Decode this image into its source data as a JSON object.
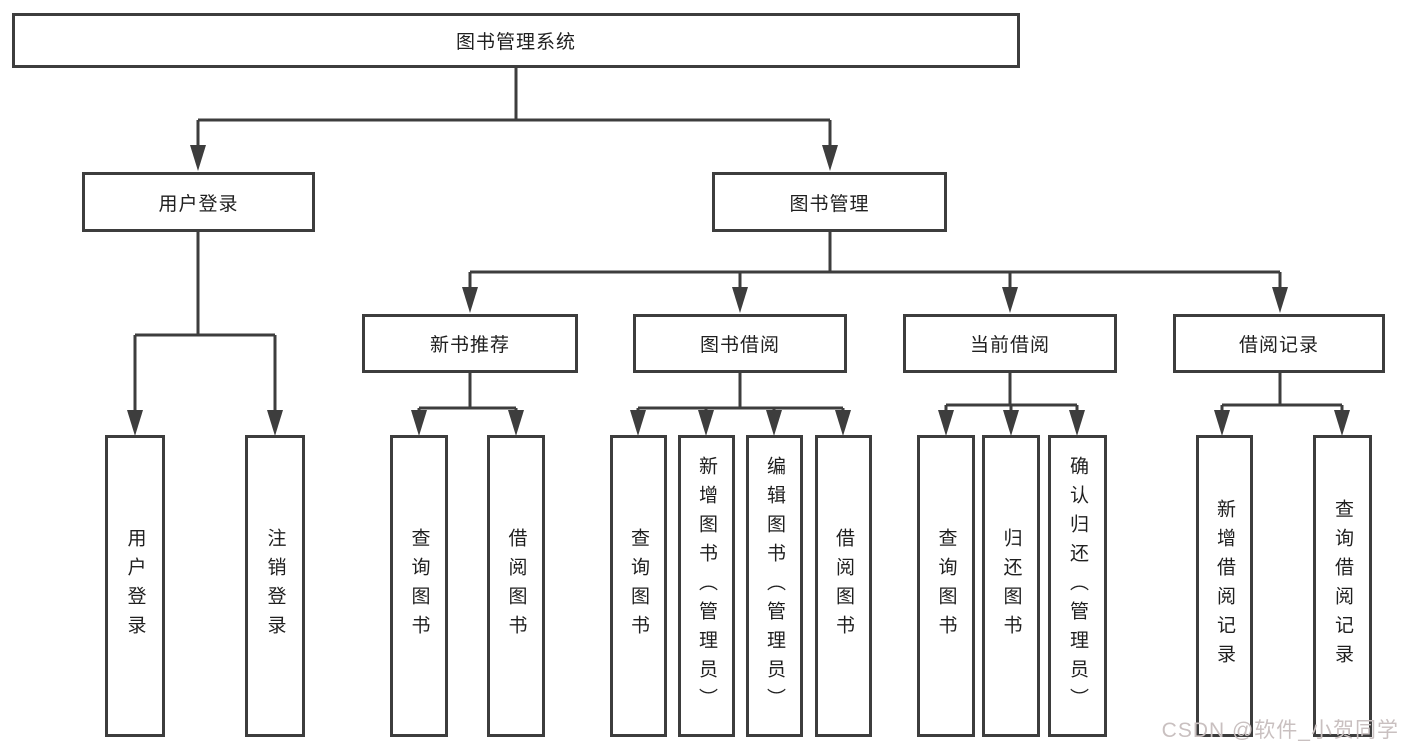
{
  "nodes": {
    "root": "图书管理系统",
    "user_login": "用户登录",
    "book_mgmt": "图书管理",
    "new_book": "新书推荐",
    "book_borrow": "图书借阅",
    "current_borrow": "当前借阅",
    "borrow_record": "借阅记录",
    "leaf_user_login": "用户登录",
    "leaf_logout": "注销登录",
    "leaf_nb_query": "查询图书",
    "leaf_nb_borrow": "借阅图书",
    "leaf_bb_query": "查询图书",
    "leaf_bb_add": "新增图书（管理员）",
    "leaf_bb_edit": "编辑图书（管理员）",
    "leaf_bb_borrow": "借阅图书",
    "leaf_cb_query": "查询图书",
    "leaf_cb_return": "归还图书",
    "leaf_cb_confirm": "确认归还（管理员）",
    "leaf_br_add": "新增借阅记录",
    "leaf_br_query": "查询借阅记录"
  },
  "watermark": "CSDN @软件_小贺同学",
  "colors": {
    "line": "#3d3d3d",
    "box_border": "#3d3d3d",
    "box_fill": "#ffffff",
    "text": "#1f1f1f",
    "watermark": "#c9c0c0"
  }
}
